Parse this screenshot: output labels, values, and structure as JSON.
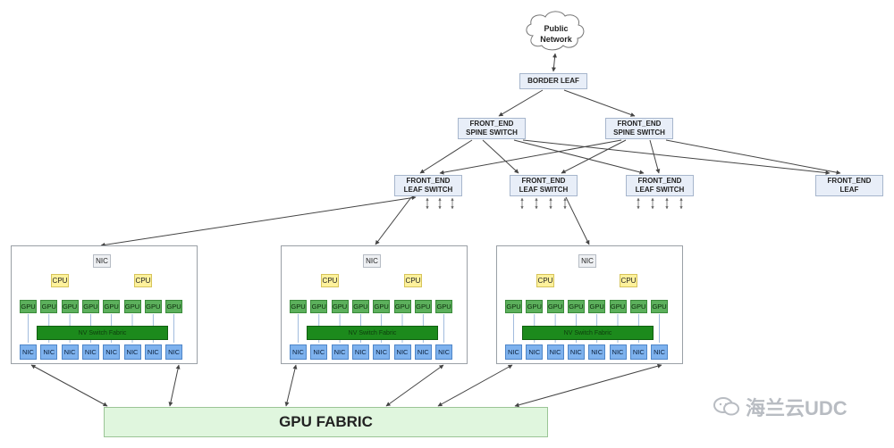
{
  "public_network": "Public\nNetwork",
  "border_leaf": "BORDER LEAF",
  "spine_switches": [
    "FRONT_END\nSPINE SWITCH",
    "FRONT_END\nSPINE SWITCH"
  ],
  "leaf_switches": [
    "FRONT_END\nLEAF SWITCH",
    "FRONT_END\nLEAF SWITCH",
    "FRONT_END\nLEAF SWITCH"
  ],
  "front_end_leaf": "FRONT_END\nLEAF",
  "server": {
    "nic_top": "NIC",
    "cpu_label": "CPU",
    "gpu_label": "GPU",
    "nic_label": "NIC",
    "nvswitch_label": "NV Switch Fabric"
  },
  "gpu_fabric": "GPU FABRIC",
  "watermark": "海兰云UDC"
}
